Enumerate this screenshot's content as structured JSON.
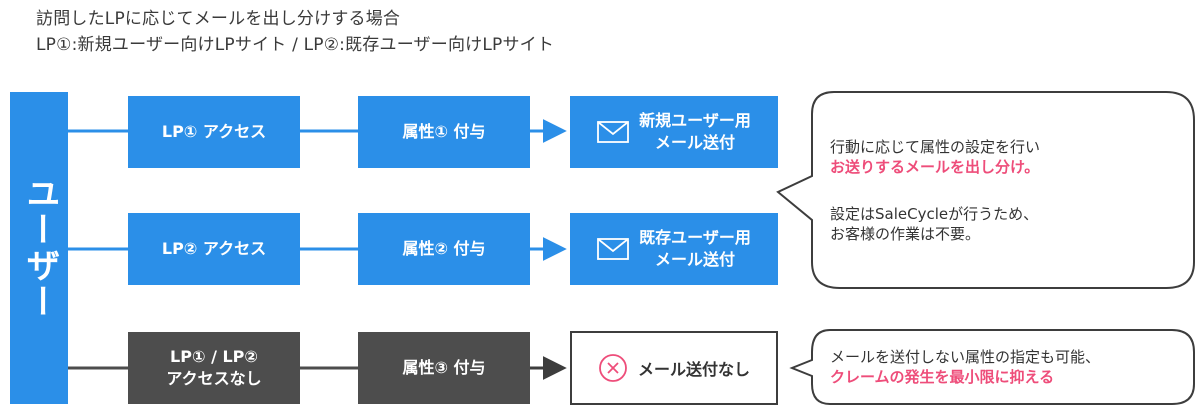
{
  "header": {
    "line1": "訪問したLPに応じてメールを出し分けする場合",
    "line2": "LP①:新規ユーザー向けLPサイト / LP②:既存ユーザー向けLPサイト"
  },
  "user_label": "ユーザー",
  "rows": [
    {
      "access": "LP① アクセス",
      "attribute": "属性① 付与",
      "result_line1": "新規ユーザー用",
      "result_line2": "メール送付"
    },
    {
      "access": "LP② アクセス",
      "attribute": "属性② 付与",
      "result_line1": "既存ユーザー用",
      "result_line2": "メール送付"
    },
    {
      "access_line1": "LP① / LP②",
      "access_line2": "アクセスなし",
      "attribute": "属性③ 付与",
      "result": "メール送付なし"
    }
  ],
  "callout_top": {
    "line1": "行動に応じて属性の設定を行い",
    "highlight": "お送りするメールを出し分け。",
    "line3": "設定はSaleCycleが行うため、",
    "line4": "お客様の作業は不要。"
  },
  "callout_bottom": {
    "line1": "メールを送付しない属性の指定も可能、",
    "highlight": "クレームの発生を最小限に抑える"
  },
  "colors": {
    "blue": "#2b8fe8",
    "gray": "#4d4d4d",
    "pink": "#ee4d7a",
    "connector": "#2b8fe8"
  }
}
